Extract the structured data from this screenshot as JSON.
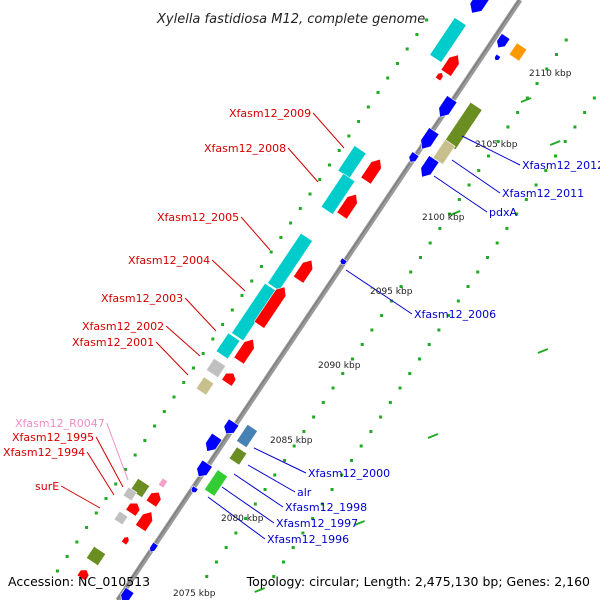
{
  "title": "Xylella fastidiosa M12, complete genome",
  "footer": {
    "accession": "Accession: NC_010513",
    "topology": "Topology: circular; Length: 2,475,130 bp; Genes: 2,160"
  },
  "colors": {
    "label_forward": "#d40000",
    "label_reverse": "#0000cc",
    "label_rna": "#f08cc8",
    "backbone": "#999999",
    "tick": "#22aa22",
    "cds": "#ff0000",
    "cds_reverse": "#0000ff",
    "cyan": "#00cccc",
    "olive": "#6b8e23",
    "khaki": "#c8c08c",
    "grey": "#c0c0c0",
    "green": "#33cc33",
    "orange": "#ff9900",
    "steel": "#4682b4",
    "pink": "#f5a0c8"
  },
  "scale_ticks": [
    "2110 kbp",
    "2105 kbp",
    "2100 kbp",
    "2095 kbp",
    "2090 kbp",
    "2085 kbp",
    "2080 kbp",
    "2075 kbp"
  ],
  "forward_labels": [
    "Xfasm12_2009",
    "Xfasm12_2008",
    "Xfasm12_2005",
    "Xfasm12_2004",
    "Xfasm12_2003",
    "Xfasm12_2002",
    "Xfasm12_2001",
    "Xfasm12_R0047",
    "Xfasm12_1995",
    "Xfasm12_1994",
    "surE"
  ],
  "reverse_labels": [
    "Xfasm12_2012",
    "Xfasm12_2011",
    "pdxA",
    "Xfasm12_2006",
    "Xfasm12_2000",
    "alr",
    "Xfasm12_1998",
    "Xfasm12_1997",
    "Xfasm12_1996"
  ]
}
